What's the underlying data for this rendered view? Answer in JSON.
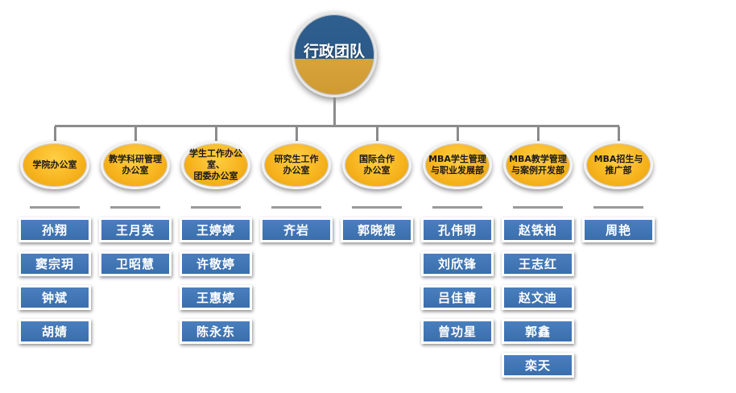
{
  "root": {
    "label": "行政团队"
  },
  "departments": [
    {
      "label": "学院办公室",
      "members": [
        "孙翔",
        "窦宗玥",
        "钟斌",
        "胡婧"
      ]
    },
    {
      "label": "教学科研管理\n办公室",
      "members": [
        "王月英",
        "卫昭慧"
      ]
    },
    {
      "label": "学生工作办公室、\n团委办公室",
      "members": [
        "王婷婷",
        "许敬婷",
        "王惠婷",
        "陈永东"
      ]
    },
    {
      "label": "研究生工作\n办公室",
      "members": [
        "齐岩"
      ]
    },
    {
      "label": "国际合作\n办公室",
      "members": [
        "郭晓焜"
      ]
    },
    {
      "label": "MBA学生管理\n与职业发展部",
      "members": [
        "孔伟明",
        "刘欣锋",
        "吕佳蕾",
        "曾功星"
      ]
    },
    {
      "label": "MBA教学管理\n与案例开发部",
      "members": [
        "赵铁柏",
        "王志红",
        "赵文迪",
        "郭鑫",
        "栾天"
      ]
    },
    {
      "label": "MBA招生与\n推广部",
      "members": [
        "周艳"
      ]
    }
  ]
}
